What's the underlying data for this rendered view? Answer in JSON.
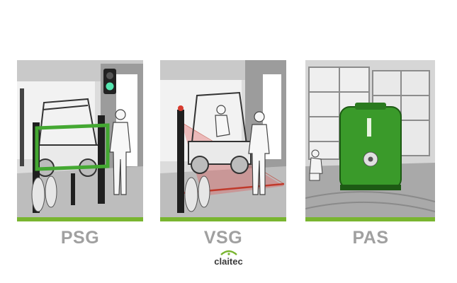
{
  "panels": [
    {
      "label": "PSG",
      "illustration": "forklift-light-curtain-gate"
    },
    {
      "label": "VSG",
      "illustration": "forklift-laser-scanner-gate"
    },
    {
      "label": "PAS",
      "illustration": "warehouse-protection-device"
    }
  ],
  "logo": {
    "brand": "claitec"
  },
  "colors": {
    "accent": "#79b530",
    "label": "#a0a0a0",
    "device": "#3a9a2a",
    "laser": "#c0392b"
  }
}
